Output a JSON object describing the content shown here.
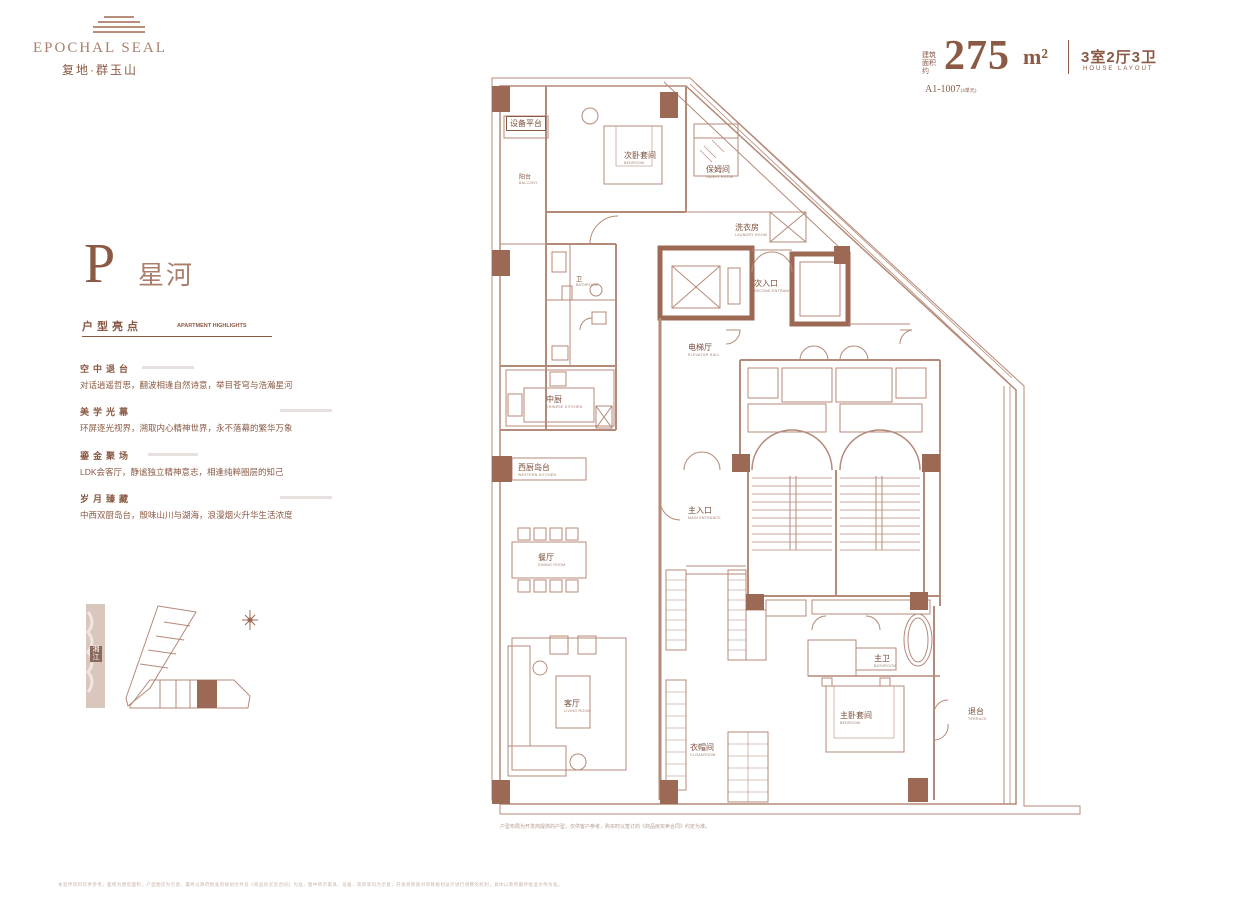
{
  "brand": {
    "name_en": "EPOCHAL SEAL",
    "name_cn": "复地·群玉山"
  },
  "header": {
    "area_label": "建筑面积约",
    "area_value": "275",
    "area_unit": "m²",
    "layout_cn": "3室2厅3卫",
    "layout_en": "HOUSE LAYOUT",
    "unit_code": "A1-1007",
    "unit_code_note": "(4单元)"
  },
  "type": {
    "letter": "P",
    "name": "星河"
  },
  "highlights": {
    "title": "户型亮点",
    "title_en": "APARTMENT HIGHLIGHTS",
    "items": [
      {
        "title": "空中退台",
        "desc": "对话逍遥哲思，翻波相逢自然诗意，举目苍穹与浩瀚星河"
      },
      {
        "title": "美学光幕",
        "desc": "环屏逐光视界，溯取内心精神世界，永不落幕的繁华万象"
      },
      {
        "title": "鎏金聚场",
        "desc": "LDK会客厅，静谧独立精神意志，相逢纯粹圈层的知己"
      },
      {
        "title": "岁月臻藏",
        "desc": "中西双厨岛台，殷味山川与湖海，浪漫烟火升华生活浓度"
      }
    ]
  },
  "keyplan": {
    "river_label": "湘江"
  },
  "rooms": {
    "equipment": "设备平台",
    "balcony": "阳台",
    "balcony_en": "BALCONY",
    "second_bedroom": "次卧套间",
    "bedroom_en": "BEDROOM",
    "nanny": "保姆间",
    "nanny_en": "NANNY ROOM",
    "laundry": "洗衣房",
    "laundry_en": "LAUNDRY ROOM",
    "secondary_entrance": "次入口",
    "secondary_entrance_en": "SECOND ENTRANCE",
    "bath_small": "卫",
    "bath_small_en": "BATHROOM",
    "elevator_hall": "电梯厅",
    "elevator_hall_en": "ELEVATOR HALL",
    "chinese_kitchen": "中厨",
    "chinese_kitchen_en": "CHINESE KITCHEN",
    "western_island": "西厨岛台",
    "western_island_en": "WESTERN KITCHEN",
    "main_entrance": "主入口",
    "main_entrance_en": "MAIN ENTRANCE",
    "dining": "餐厅",
    "dining_en": "DINING ROOM",
    "living": "客厅",
    "living_en": "LIVING ROOM",
    "master_bath": "主卫",
    "master_bath_en": "BATHROOM",
    "master_bedroom": "主卧套间",
    "master_bedroom_en": "BEDROOM",
    "terrace": "退台",
    "terrace_en": "TERRACE",
    "cloakroom": "衣帽间",
    "cloakroom_en": "CLOAKROOM"
  },
  "notes": {
    "plan_note": "户型布局为开发商提供的户型，仅供客户参考，购买时以签订的《商品房买卖合同》约定为准。",
    "legal": "本宣传资料仅供参考，面积为建筑面积，户型图仅为示意，最终以政府批准的规划文件及《商品房买卖合同》为准，图中所示家具、设备、装饰等均为示意，开发商保留对项目规划设计进行调整的权利，具体以政府最终批准文件为准。"
  },
  "colors": {
    "brand": "#8a5a44",
    "pillar": "#9c6a54",
    "wall": "#b48a78",
    "line": "#c7a595"
  }
}
